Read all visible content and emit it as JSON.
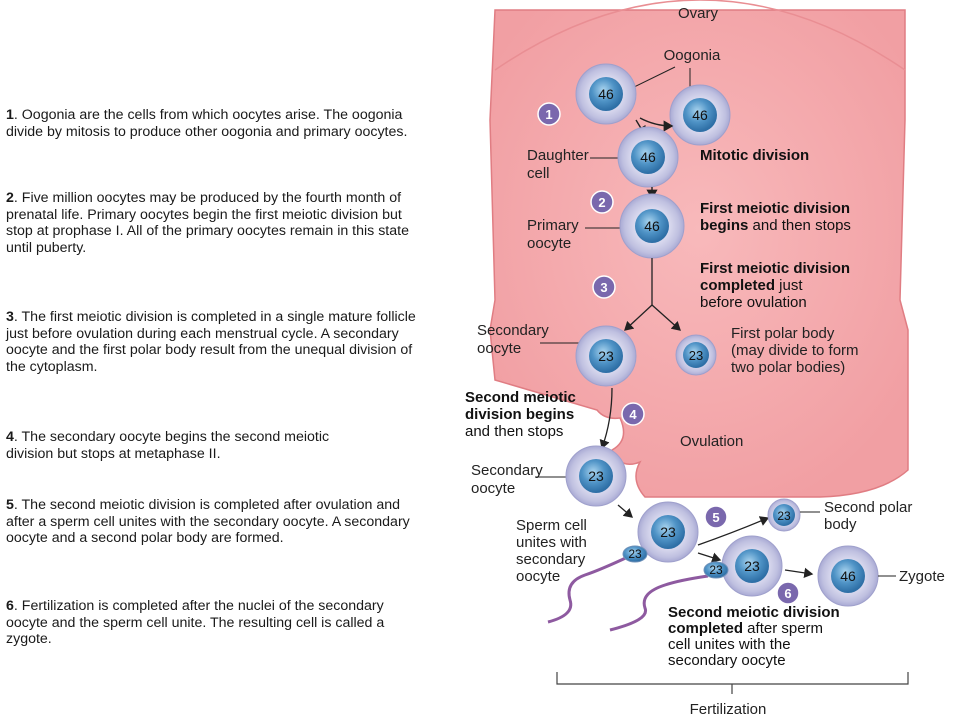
{
  "steps": [
    {
      "num": "1",
      "text": ". Oogonia are the cells from which oocytes arise. The oogonia divide by mitosis to produce other oogonia and primary oocytes."
    },
    {
      "num": "2",
      "text": ". Five million oocytes may be produced by the fourth month of prenatal life. Primary oocytes begin the first meiotic division but stop at prophase I. All of the primary oocytes remain in this state until puberty."
    },
    {
      "num": "3",
      "text": ". The first meiotic division is completed in a single mature follicle just before ovulation during each menstrual cycle. A secondary oocyte and the first polar body result from the unequal division of the cytoplasm."
    },
    {
      "num": "4",
      "text": ". The secondary oocyte begins the second meiotic division but stops at metaphase II."
    },
    {
      "num": "5",
      "text": ". The second meiotic division is completed after ovulation and after a sperm cell unites with the secondary oocyte. A secondary oocyte and a second polar body are formed."
    },
    {
      "num": "6",
      "text": ". Fertilization is completed after the nuclei of the secondary oocyte and the sperm cell unite. The resulting cell is called a zygote."
    }
  ],
  "diagram": {
    "ovary": "Ovary",
    "oogonia": "Oogonia",
    "daughter_cell": [
      "Daughter",
      "cell"
    ],
    "mitotic_division": "Mitotic division",
    "primary_oocyte": [
      "Primary",
      "oocyte"
    ],
    "first_meiotic_begins": {
      "bold1": "First meiotic division",
      "bold2": "begins",
      "rest": " and then stops"
    },
    "first_meiotic_completed": {
      "bold1": "First meiotic division",
      "bold2": "completed",
      "rest1": " just",
      "rest2": "before ovulation"
    },
    "secondary_oocyte": [
      "Secondary",
      "oocyte"
    ],
    "first_polar_body": [
      "First polar body",
      "(may divide to form",
      "two polar bodies)"
    ],
    "second_meiotic_begins": {
      "bold1": "Second meiotic",
      "bold2": "division begins",
      "rest": "and then stops"
    },
    "ovulation": "Ovulation",
    "secondary_oocyte_2": [
      "Secondary",
      "oocyte"
    ],
    "sperm_cell": [
      "Sperm cell",
      "unites with",
      "secondary",
      "oocyte"
    ],
    "second_polar_body": [
      "Second polar",
      "body"
    ],
    "zygote": "Zygote",
    "second_meiotic_completed": {
      "bold1": "Second meiotic division",
      "bold2": "completed",
      "rest1": " after sperm",
      "rest2": "cell unites with the",
      "rest3": "secondary oocyte"
    },
    "fertilization": "Fertilization",
    "chromosomes": {
      "c46": "46",
      "c23": "23"
    },
    "badges": [
      "1",
      "2",
      "3",
      "4",
      "5",
      "6"
    ]
  }
}
